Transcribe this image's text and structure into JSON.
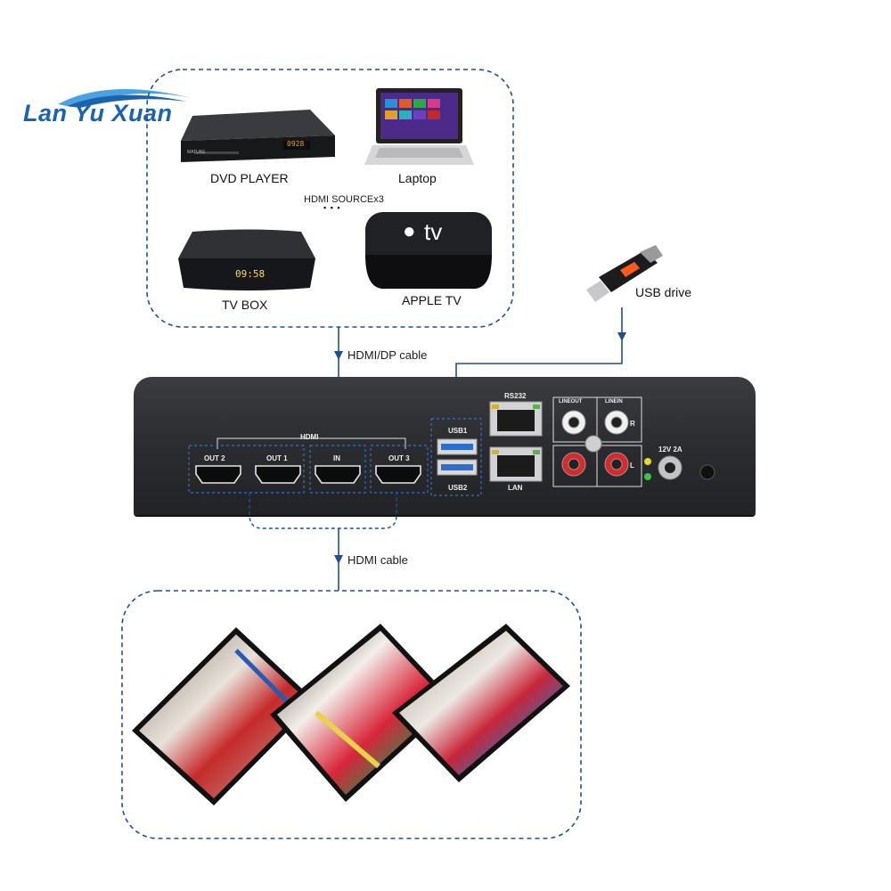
{
  "logo": {
    "text": "Lan Yu Xuan"
  },
  "sources": {
    "dvd": "DVD PLAYER",
    "laptop": "Laptop",
    "tvbox": "TV BOX",
    "appletv": "APPLE TV",
    "hdmi_source_count": "HDMI SOURCEx3",
    "ellipsis": "▪ ▪ ▪",
    "dvd_display": "0928",
    "dvd_brand": "MATUKE",
    "tvbox_display": "09:58",
    "appletv_logo": "tv"
  },
  "usb_drive": {
    "label": "USB drive"
  },
  "cables": {
    "input": "HDMI/DP cable",
    "output": "HDMI cable"
  },
  "panel": {
    "hdmi_group": "HDMI",
    "out2": "OUT 2",
    "out1": "OUT 1",
    "in": "IN",
    "out3": "OUT 3",
    "usb1": "USB1",
    "usb2": "USB2",
    "rs232": "RS232",
    "lan": "LAN",
    "lineout": "LINEOUT",
    "linein": "LINEIN",
    "right": "R",
    "left": "L",
    "power": "12V 2A"
  },
  "colors": {
    "dash": "#1f4f93",
    "panel": "#2f3033",
    "brand": "#1a63b0"
  }
}
